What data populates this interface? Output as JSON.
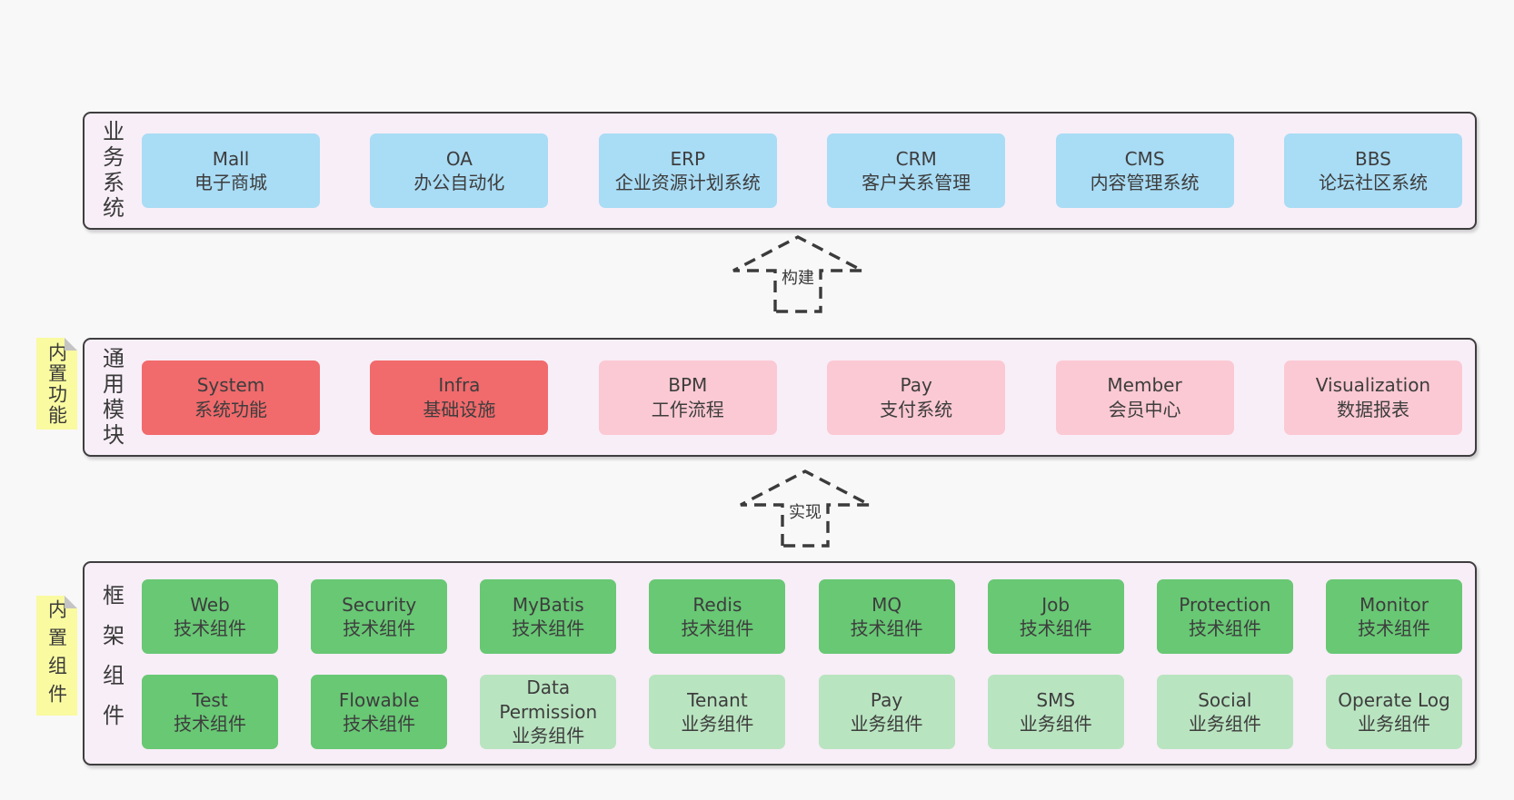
{
  "colors": {
    "page_bg": "#f8f8f8",
    "panel_bg": "#f8eef7",
    "panel_border": "#3e3e3e",
    "blue": "#a9dcf5",
    "red": "#f16a6c",
    "pink": "#fbc9d3",
    "green": "#68c874",
    "green_light": "#b9e4c0",
    "note_bg": "#fafaa0",
    "note_fold": "#c4c4c4",
    "text": "#3d3d3d"
  },
  "notes": [
    {
      "label": "内置功能"
    },
    {
      "label": "内置组件"
    }
  ],
  "arrows": [
    {
      "label": "构建"
    },
    {
      "label": "实现"
    }
  ],
  "layers": {
    "business": {
      "label": "业务系统",
      "boxes": [
        {
          "name": "Mall",
          "sub": "电子商城",
          "color": "blue"
        },
        {
          "name": "OA",
          "sub": "办公自动化",
          "color": "blue"
        },
        {
          "name": "ERP",
          "sub": "企业资源计划系统",
          "color": "blue"
        },
        {
          "name": "CRM",
          "sub": "客户关系管理",
          "color": "blue"
        },
        {
          "name": "CMS",
          "sub": "内容管理系统",
          "color": "blue"
        },
        {
          "name": "BBS",
          "sub": "论坛社区系统",
          "color": "blue"
        }
      ]
    },
    "modules": {
      "label": "通用模块",
      "boxes": [
        {
          "name": "System",
          "sub": "系统功能",
          "color": "red"
        },
        {
          "name": "Infra",
          "sub": "基础设施",
          "color": "red"
        },
        {
          "name": "BPM",
          "sub": "工作流程",
          "color": "pink"
        },
        {
          "name": "Pay",
          "sub": "支付系统",
          "color": "pink"
        },
        {
          "name": "Member",
          "sub": "会员中心",
          "color": "pink"
        },
        {
          "name": "Visualization",
          "sub": "数据报表",
          "color": "pink"
        }
      ]
    },
    "framework": {
      "label": "框架组件",
      "rows": [
        [
          {
            "name": "Web",
            "sub": "技术组件",
            "color": "green"
          },
          {
            "name": "Security",
            "sub": "技术组件",
            "color": "green"
          },
          {
            "name": "MyBatis",
            "sub": "技术组件",
            "color": "green"
          },
          {
            "name": "Redis",
            "sub": "技术组件",
            "color": "green"
          },
          {
            "name": "MQ",
            "sub": "技术组件",
            "color": "green"
          },
          {
            "name": "Job",
            "sub": "技术组件",
            "color": "green"
          },
          {
            "name": "Protection",
            "sub": "技术组件",
            "color": "green"
          },
          {
            "name": "Monitor",
            "sub": "技术组件",
            "color": "green"
          }
        ],
        [
          {
            "name": "Test",
            "sub": "技术组件",
            "color": "green"
          },
          {
            "name": "Flowable",
            "sub": "技术组件",
            "color": "green"
          },
          {
            "name": "Data Permission",
            "sub": "业务组件",
            "color": "greenlight"
          },
          {
            "name": "Tenant",
            "sub": "业务组件",
            "color": "greenlight"
          },
          {
            "name": "Pay",
            "sub": "业务组件",
            "color": "greenlight"
          },
          {
            "name": "SMS",
            "sub": "业务组件",
            "color": "greenlight"
          },
          {
            "name": "Social",
            "sub": "业务组件",
            "color": "greenlight"
          },
          {
            "name": "Operate Log",
            "sub": "业务组件",
            "color": "greenlight"
          }
        ]
      ]
    }
  }
}
